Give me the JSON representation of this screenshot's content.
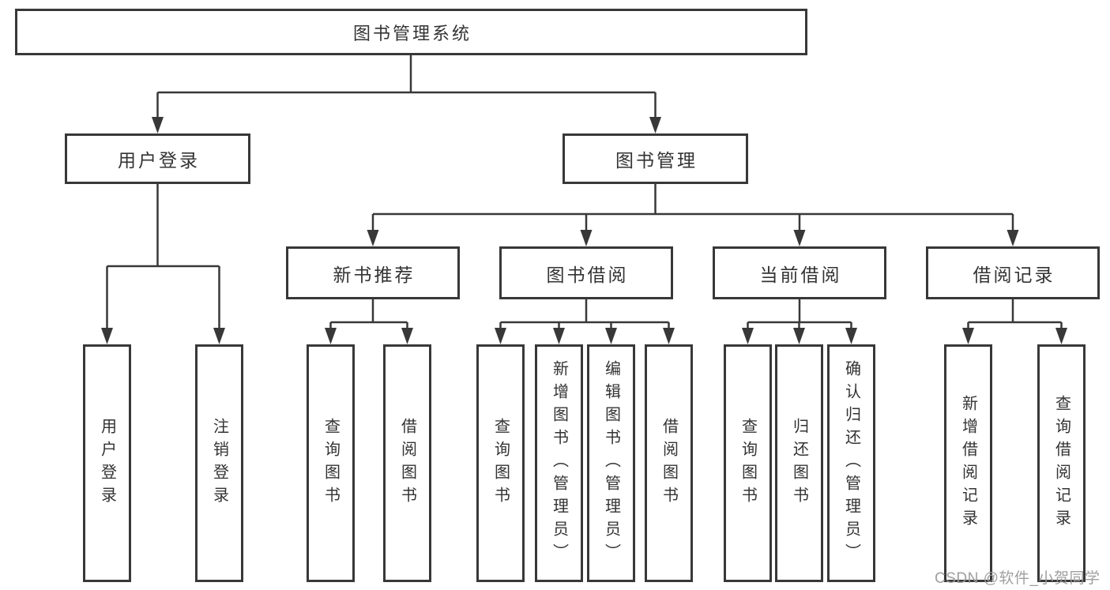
{
  "colors": {
    "line": "#383838",
    "text": "#333333",
    "watermark": "#9a9a9a",
    "box_bg": "#ffffff"
  },
  "diagram": {
    "root": {
      "label": "图书管理系统"
    },
    "level2": [
      {
        "label": "用户登录",
        "children": [
          {
            "label": "用户登录"
          },
          {
            "label": "注销登录"
          }
        ]
      },
      {
        "label": "图书管理",
        "children": [
          {
            "label": "新书推荐",
            "children": [
              {
                "label": "查询图书"
              },
              {
                "label": "借阅图书"
              }
            ]
          },
          {
            "label": "图书借阅",
            "children": [
              {
                "label": "查询图书"
              },
              {
                "label": "新增图书（管理员）"
              },
              {
                "label": "编辑图书（管理员）"
              },
              {
                "label": "借阅图书"
              }
            ]
          },
          {
            "label": "当前借阅",
            "children": [
              {
                "label": "查询图书"
              },
              {
                "label": "归还图书"
              },
              {
                "label": "确认归还（管理员）"
              }
            ]
          },
          {
            "label": "借阅记录",
            "children": [
              {
                "label": "新增借阅记录"
              },
              {
                "label": "查询借阅记录"
              }
            ]
          }
        ]
      }
    ]
  },
  "watermark": {
    "text": "CSDN @软件_小贺同学"
  }
}
